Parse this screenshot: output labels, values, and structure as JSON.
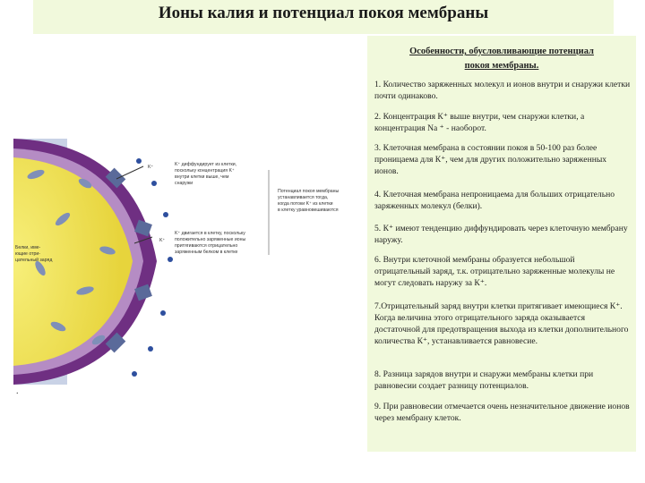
{
  "title": "Ионы калия и потенциал покоя мембраны",
  "panel": {
    "heading_line1": "Особенности, обусловливающие потенциал",
    "heading_line2": "покоя мембраны.",
    "items": [
      "1. Количество заряженных молекул и ионов внутри и снаружи клетки почти одинаково.",
      "2. Концентрация К⁺ выше внутри, чем снаружи клетки, а концентрация Na ⁺ - наоборот.",
      "3. Клеточная мембрана в состоянии покоя в 50-100 раз более проницаема для К⁺, чем для других положительно заряженных ионов.",
      "4. Клеточная мембрана непроницаема для больших отрицательно заряженных молекул (белки).",
      "5. К⁺ имеют тенденцию диффундировать через клеточную мембрану наружу.",
      "6. Внутри клеточной мембраны образуется небольшой отрицательный заряд, т.к. отрицательно заряженные молекулы не могут следовать наружу за К⁺.",
      "7.Отрицательный заряд внутри клетки притягивает имеющиеся К⁺. Когда величина этого отрицательного заряда оказывается достаточной для предотвращения выхода из клетки дополнительного количества К⁺, устанавливается равновесие.",
      "8. Разница зарядов внутри и снаружи мембраны клетки при равновесии создает разницу потенциалов.",
      "9. При равновесии отмечается очень незначительное движение ионов через мембрану клеток."
    ]
  },
  "figure": {
    "label_k_plus_1": "K⁺",
    "label_k_plus_2": "K⁺",
    "label_diffuse": [
      "K⁺ диффундирует из клетки,",
      "поскольку концентрация K⁺",
      "внутри клетки выше, чем",
      "снаружи"
    ],
    "label_enter": [
      "K⁺ двигается в клетку, поскольку",
      "положительно заряженные ионы",
      "притягиваются отрицательно",
      "заряженным белком в клетке"
    ],
    "label_equilibrium": [
      "Потенциал покоя мембраны",
      "устанавливается тогда,",
      "когда потоки K⁺ из клетки",
      "в клетку уравновешиваются"
    ],
    "label_protein": [
      "Белки, име-",
      "ющие отри-",
      "цательный заряд"
    ],
    "dot": "."
  }
}
